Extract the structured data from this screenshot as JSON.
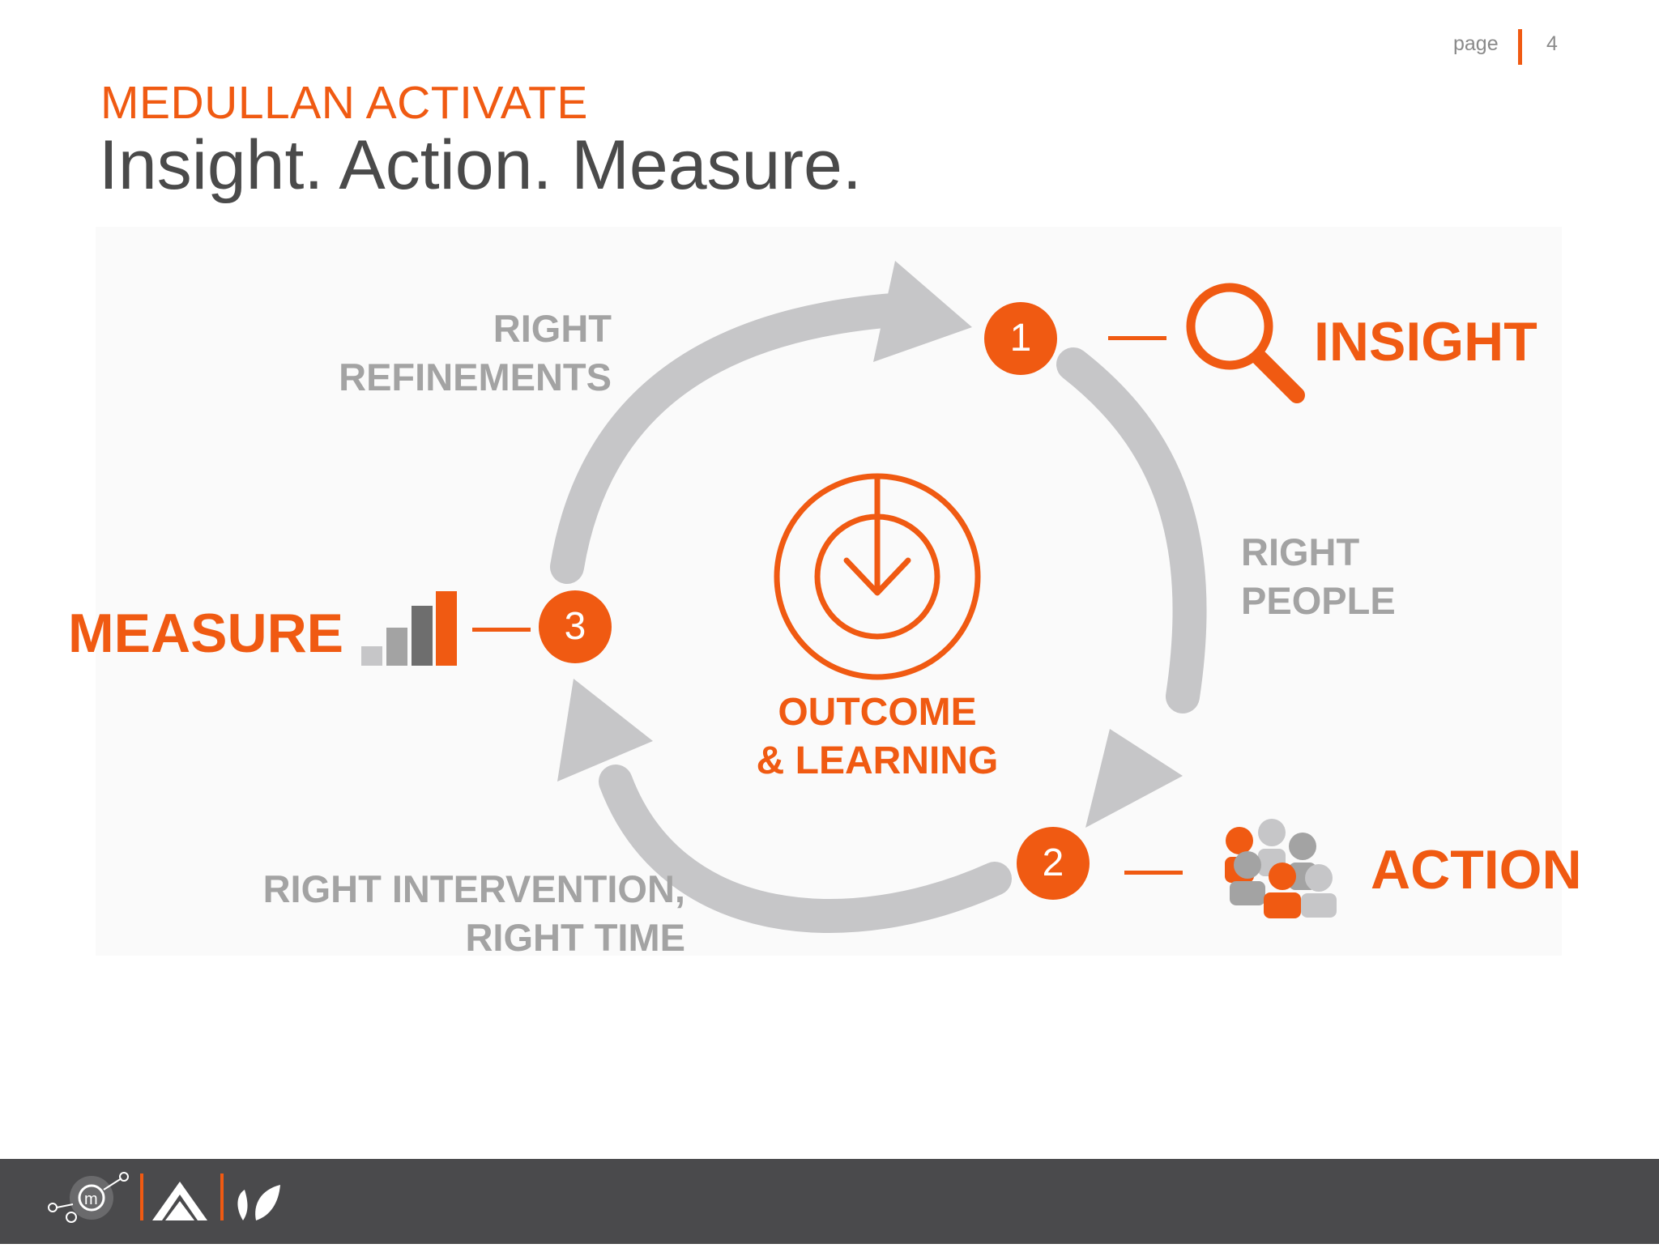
{
  "header": {
    "page_label": "page",
    "page_number": "4",
    "kicker": "MEDULLAN ACTIVATE",
    "title": "Insight. Action. Measure."
  },
  "cycle": {
    "steps": [
      {
        "number": "1",
        "label": "INSIGHT",
        "icon": "magnifier-icon"
      },
      {
        "number": "2",
        "label": "ACTION",
        "icon": "people-group-icon"
      },
      {
        "number": "3",
        "label": "MEASURE",
        "icon": "bar-chart-icon"
      }
    ],
    "arrows": [
      {
        "line1": "RIGHT",
        "line2": "REFINEMENTS"
      },
      {
        "line1": "RIGHT",
        "line2": "PEOPLE"
      },
      {
        "line1": "RIGHT INTERVENTION,",
        "line2": "RIGHT TIME"
      }
    ],
    "center": {
      "line1": "OUTCOME",
      "line2": "& LEARNING",
      "icon": "download-target-icon"
    }
  },
  "footer": {
    "logos": [
      "medullan-logo",
      "mountain-logo",
      "leaf-logo"
    ]
  },
  "colors": {
    "accent": "#f05a12",
    "arrow_gray": "#c6c6c8",
    "text_gray": "#a3a3a3",
    "title_gray": "#4a4a4a",
    "footer_bg": "#4a4a4c"
  }
}
